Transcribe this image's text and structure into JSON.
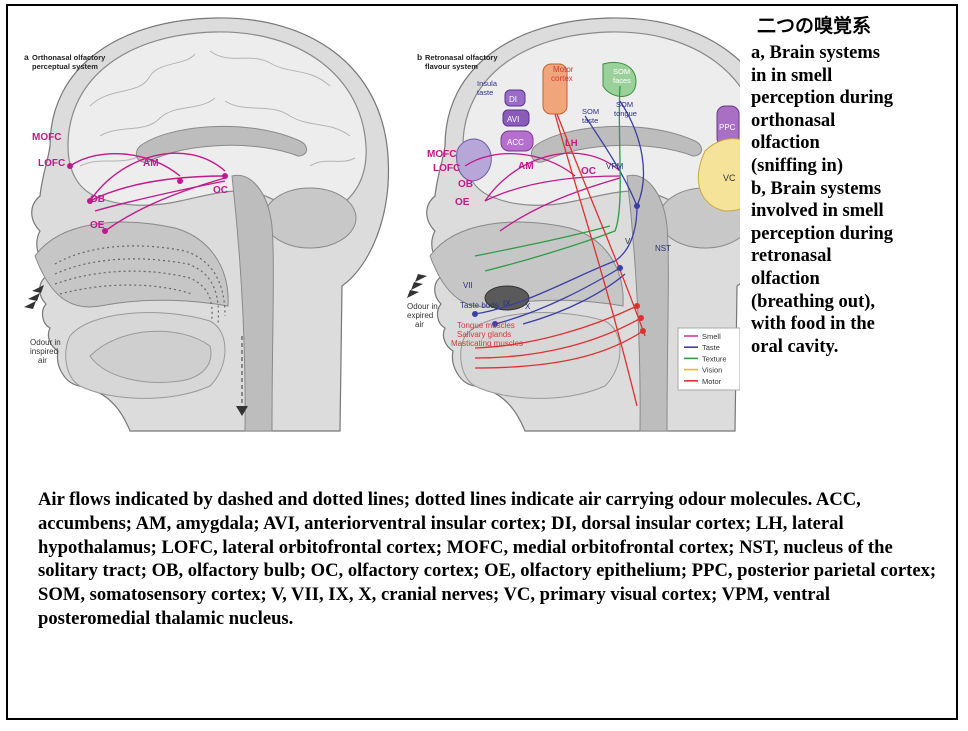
{
  "panel_a": {
    "letter": "a",
    "title_line1": "Orthonasal olfactory",
    "title_line2": "perceptual system",
    "labels": {
      "mofc": "MOFC",
      "lofc": "LOFC",
      "am": "AM",
      "oc": "OC",
      "ob": "OB",
      "oe": "OE",
      "air_1": "Odour in",
      "air_2": "inspired",
      "air_3": "air"
    }
  },
  "panel_b": {
    "letter": "b",
    "title_line1": "Retronasal olfactory",
    "title_line2": "flavour system",
    "labels": {
      "motor_1": "Motor",
      "motor_2": "cortex",
      "som_faces_1": "SOM",
      "som_faces_2": "faces",
      "insula_1": "Insula",
      "insula_2": "taste",
      "di": "DI",
      "avi": "AVI",
      "som_taste_1": "SOM",
      "som_taste_2": "taste",
      "som_tongue_1": "SOM",
      "som_tongue_2": "tongue",
      "ppc": "PPC",
      "acc": "ACC",
      "lh": "LH",
      "mofc": "MOFC",
      "lofc": "LOFC",
      "am": "AM",
      "oc": "OC",
      "vpm": "VPM",
      "vc": "VC",
      "ob": "OB",
      "oe": "OE",
      "nst": "NST",
      "v": "V",
      "vii": "VII",
      "ix": "IX",
      "x": "X",
      "taste_buds": "Taste buds",
      "tongue_muscles": "Tongue muscles",
      "salivary_glands": "Salivary glands",
      "masticating_muscles": "Masticating muscles",
      "air_1": "Odour in",
      "air_2": "expired",
      "air_3": "air"
    },
    "legend": [
      {
        "label": "Smell",
        "color": "#d63aa0"
      },
      {
        "label": "Taste",
        "color": "#3b3fa6"
      },
      {
        "label": "Texture",
        "color": "#2e9b46"
      },
      {
        "label": "Vision",
        "color": "#e8b923"
      },
      {
        "label": "Motor",
        "color": "#e03030"
      }
    ]
  },
  "side": {
    "jp_title": "二つの嗅覚系",
    "text": " a, Brain systems\nin in smell\nperception during\northonasal\nolfaction\n(sniffing in)\n b, Brain systems\ninvolved  in smell\nperception during\nretronasal\nolfaction\n(breathing out),\nwith food in the\noral cavity."
  },
  "caption": "Air flows indicated by dashed and dotted lines; dotted lines  indicate air carrying odour molecules. ACC, accumbens; AM, amygdala; AVI, anteriorventral insular cortex; DI, dorsal insular cortex; LH, lateral  hypothalamus; LOFC, lateral orbitofrontal cortex; MOFC, medial orbitofrontal cortex; NST, nucleus of the solitary tract; OB, olfactory bulb; OC, olfactory  cortex; OE, olfactory epithelium; PPC, posterior parietal cortex; SOM, somatosensory cortex; V, VII, IX, X, cranial nerves; VC, primary visual cortex; VPM, ventral posteromedial thalamic nucleus."
}
